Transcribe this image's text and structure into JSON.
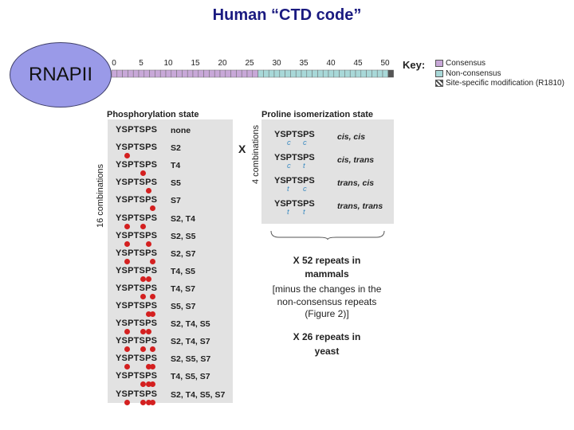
{
  "title": "Human “CTD code”",
  "rnapii_label": "RNAPII",
  "ruler": {
    "ticks": [
      "0",
      "5",
      "10",
      "15",
      "20",
      "25",
      "30",
      "35",
      "40",
      "45",
      "50"
    ],
    "consensus_ranges": [
      [
        0,
        26
      ]
    ],
    "colors": {
      "consensus": "#c8a8d8",
      "non_consensus": "#a8d8d8"
    }
  },
  "key": {
    "title": "Key:",
    "items": [
      {
        "label": "Consensus",
        "color": "#c8a8d8"
      },
      {
        "label": "Non-consensus",
        "color": "#a8d8d8"
      },
      {
        "label": "Site-specific modification (R1810)",
        "color": "#444444"
      }
    ]
  },
  "phosphorylation": {
    "header": "Phosphorylation state",
    "side_label": "16 combinations",
    "sequence": "YSPTSPS",
    "rows": [
      {
        "label": "none",
        "sites": []
      },
      {
        "label": "S2",
        "sites": [
          "S2"
        ]
      },
      {
        "label": "T4",
        "sites": [
          "T4"
        ]
      },
      {
        "label": "S5",
        "sites": [
          "S5"
        ]
      },
      {
        "label": "S7",
        "sites": [
          "S7"
        ]
      },
      {
        "label": "S2, T4",
        "sites": [
          "S2",
          "T4"
        ]
      },
      {
        "label": "S2, S5",
        "sites": [
          "S2",
          "S5"
        ]
      },
      {
        "label": "S2, S7",
        "sites": [
          "S2",
          "S7"
        ]
      },
      {
        "label": "T4, S5",
        "sites": [
          "T4",
          "S5"
        ]
      },
      {
        "label": "T4, S7",
        "sites": [
          "T4",
          "S7"
        ]
      },
      {
        "label": "S5, S7",
        "sites": [
          "S5",
          "S7"
        ]
      },
      {
        "label": "S2, T4, S5",
        "sites": [
          "S2",
          "T4",
          "S5"
        ]
      },
      {
        "label": "S2, T4, S7",
        "sites": [
          "S2",
          "T4",
          "S7"
        ]
      },
      {
        "label": "S2, S5, S7",
        "sites": [
          "S2",
          "S5",
          "S7"
        ]
      },
      {
        "label": "T4, S5, S7",
        "sites": [
          "T4",
          "S5",
          "S7"
        ]
      },
      {
        "label": "S2, T4, S5, S7",
        "sites": [
          "S2",
          "T4",
          "S5",
          "S7"
        ]
      }
    ]
  },
  "times_symbol": "X",
  "proline": {
    "header": "Proline isomerization state",
    "side_label": "4 combinations",
    "sequence": "YSPTSPS",
    "rows": [
      {
        "label": "cis, cis",
        "marks": [
          "c",
          "c"
        ]
      },
      {
        "label": "cis, trans",
        "marks": [
          "c",
          "t"
        ]
      },
      {
        "label": "trans, cis",
        "marks": [
          "t",
          "c"
        ]
      },
      {
        "label": "trans, trans",
        "marks": [
          "t",
          "t"
        ]
      }
    ]
  },
  "mammals": {
    "line1": "X 52 repeats in",
    "line2": "mammals",
    "note1": "[minus the changes in the",
    "note2": "non-consensus repeats",
    "note3": "(Figure 2)]"
  },
  "yeast": {
    "line1": "X 26 repeats in",
    "line2": "yeast"
  }
}
